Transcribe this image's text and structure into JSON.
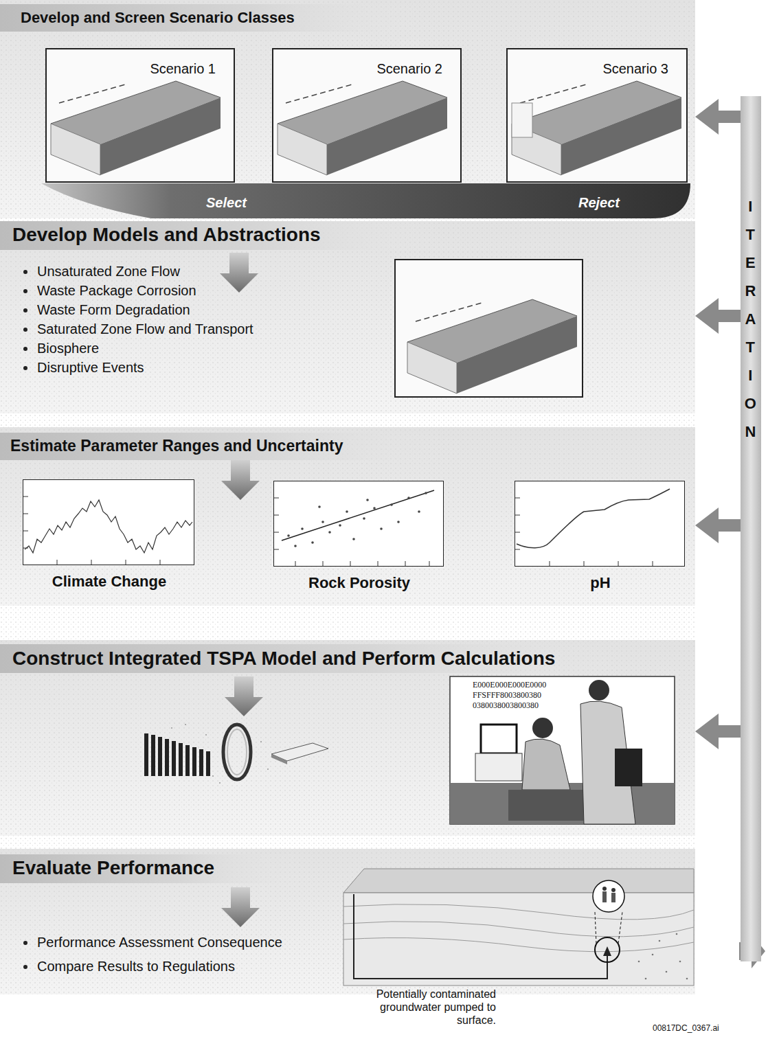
{
  "diagram": {
    "nodes": [
      {
        "text": [
          "Develop and Screen Scenario Classes"
        ]
      },
      {
        "text": [
          "Scenario 1"
        ],
        "in": 0
      },
      {
        "text": [
          "Scenario 2"
        ],
        "in": 0
      },
      {
        "text": [
          "Scenario 3"
        ],
        "in": 0
      },
      {
        "text": [
          "Develop Models and Abstractions",
          "Unsaturated Zone Flow",
          "Waste Package Corrosion",
          "Waste Form Degradation",
          "Saturated Zone Flow and Transport",
          "Biosphere",
          "Disruptive Events"
        ]
      },
      {
        "text": [
          "Estimate Parameter Ranges and Uncertainty"
        ]
      },
      {
        "text": [
          "Climate Change"
        ],
        "in": 5
      },
      {
        "text": [
          "Rock Porosity"
        ],
        "in": 5
      },
      {
        "text": [
          "pH"
        ],
        "in": 5
      },
      {
        "text": [
          "Construct Integrated TSPA Model and Perform Calculations"
        ]
      },
      {
        "text": [
          "Evaluate Performance",
          "Performance Assessment Consequence",
          "Compare Results to Regulations"
        ]
      },
      {
        "text": [
          "ITERATION"
        ]
      }
    ],
    "edges": [
      {
        "from": 11,
        "to": 0,
        "arrow": "to"
      },
      {
        "from": 11,
        "to": 4,
        "arrow": "to"
      },
      {
        "from": 11,
        "to": 5,
        "arrow": "to"
      },
      {
        "from": 11,
        "to": 9,
        "arrow": "to"
      }
    ],
    "labels": [
      "Select",
      "Reject",
      "E000E000E000E0000",
      "FFSFFF8003800380",
      "0380038003800380",
      "Potentially contaminated groundwater pumped to surface.",
      "00817DC_0367.ai"
    ]
  }
}
